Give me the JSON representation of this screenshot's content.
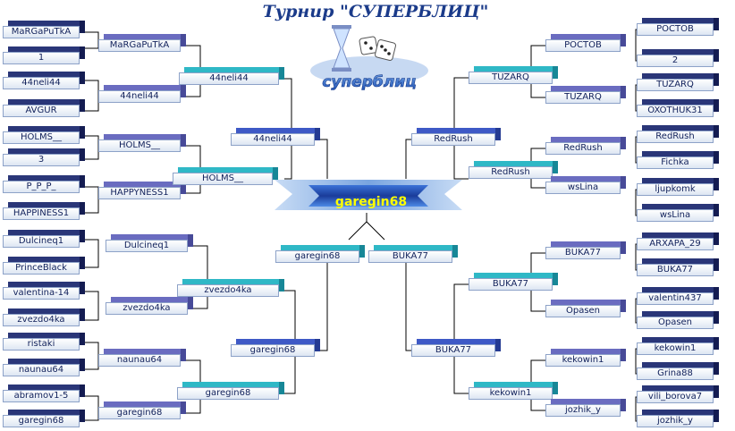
{
  "title": "Турнир \"СУПЕРБЛИЦ\"",
  "logo_text": "суперблиц",
  "colors": {
    "title": "#1b3b8a",
    "champion_text": "#ffff00",
    "lines": "#000000"
  },
  "champion": "garegin68",
  "final": {
    "left": "garegin68",
    "right": "BUKA77"
  },
  "left": {
    "r1": [
      "MaRGaPuTkA",
      "1",
      "44neli44",
      "AVGUR",
      "HOLMS__",
      "3",
      "P_P_P_",
      "HAPPINESS1",
      "Dulcineq1",
      "PrinceBlack",
      "valentina-14",
      "zvezdo4ka",
      "ristaki",
      "naunau64",
      "abramov1-5",
      "garegin68"
    ],
    "r2": [
      "MaRGaPuTkA",
      "44neli44",
      "HOLMS__",
      "HAPPYNESS1",
      "Dulcineq1",
      "zvezdo4ka",
      "naunau64",
      "garegin68"
    ],
    "r3": [
      "44neli44",
      "HOLMS__",
      "zvezdo4ka",
      "garegin68"
    ],
    "r4": [
      "44neli44",
      "garegin68"
    ]
  },
  "right": {
    "r1": [
      "РОСТОВ",
      "2",
      "TUZARQ",
      "OXOTHUK31",
      "RedRush",
      "Fichka",
      "ljupkomk",
      "wsLina",
      "ARXAPA_29",
      "BUKA77",
      "valentin437",
      "Opasen",
      "kekowin1",
      "Grina88",
      "vili_borova7",
      "jozhik_y"
    ],
    "r2": [
      "РОСТОВ",
      "TUZARQ",
      "RedRush",
      "wsLina",
      "BUKA77",
      "Opasen",
      "kekowin1",
      "jozhik_y"
    ],
    "r3": [
      "TUZARQ",
      "RedRush",
      "BUKA77",
      "kekowin1"
    ],
    "r4": [
      "RedRush",
      "BUKA77"
    ]
  }
}
